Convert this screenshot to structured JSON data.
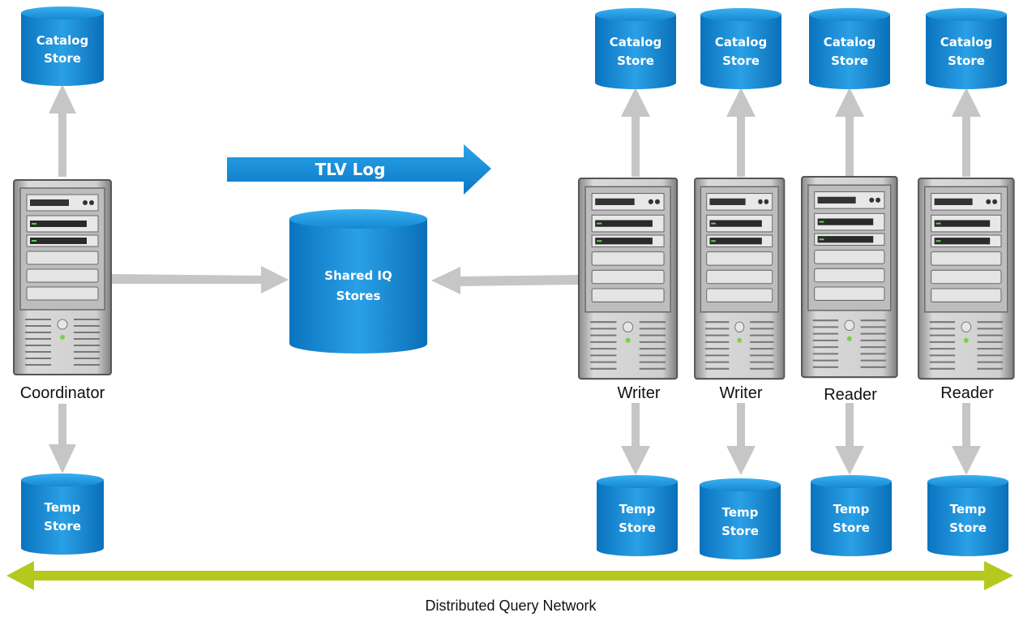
{
  "diagram": {
    "tlv_log_label": "TLV Log",
    "shared_store": {
      "line1": "Shared IQ",
      "line2": "Stores"
    },
    "network_label": "Distributed Query Network",
    "catalog_store": {
      "line1": "Catalog",
      "line2": "Store"
    },
    "temp_store": {
      "line1": "Temp",
      "line2": "Store"
    },
    "nodes": [
      {
        "role": "Coordinator"
      },
      {
        "role": "Writer"
      },
      {
        "role": "Writer"
      },
      {
        "role": "Reader"
      },
      {
        "role": "Reader"
      }
    ]
  },
  "colors": {
    "store_blue": "#1a8fd8",
    "store_dark": "#0b6fb8",
    "arrow_gray": "#c6c6c6",
    "network_green": "#b5c81e"
  }
}
